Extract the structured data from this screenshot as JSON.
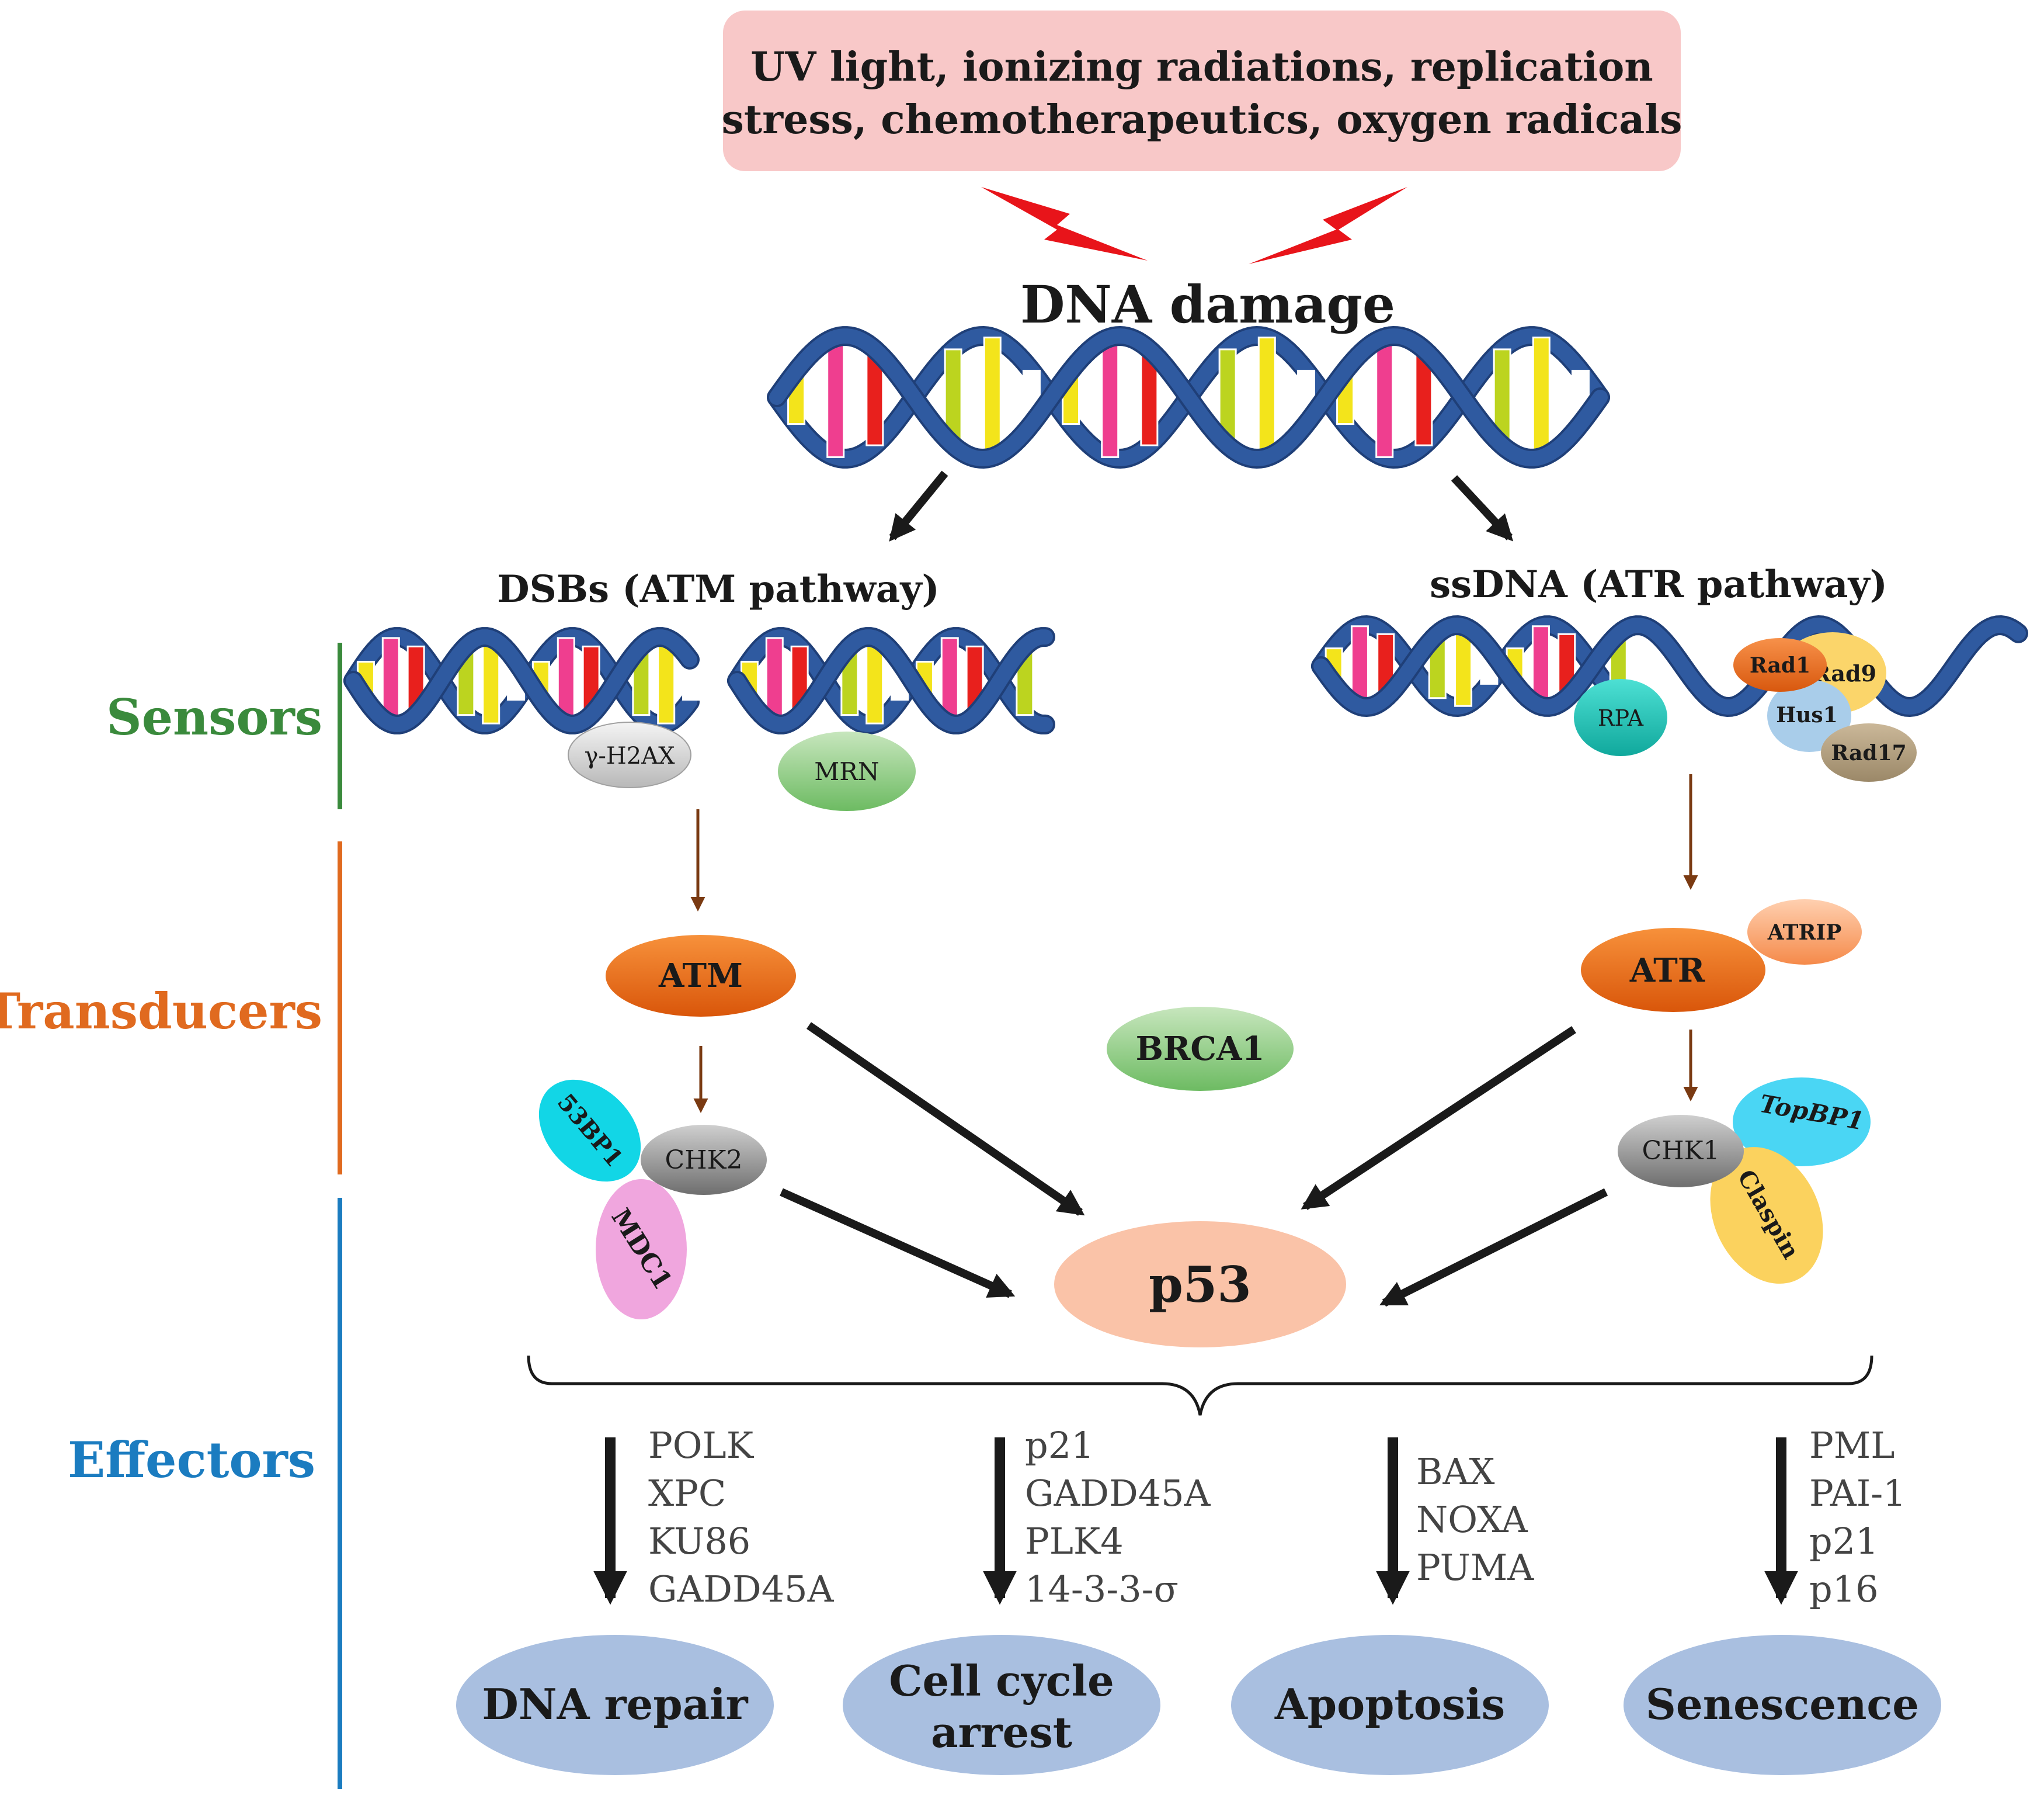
{
  "trigger": {
    "line1": "UV light, ionizing radiations, replication",
    "line2": "stress, chemotherapeutics, oxygen radicals"
  },
  "dna_damage": "DNA damage",
  "pathways": {
    "atm": "DSBs (ATM pathway)",
    "atr": "ssDNA (ATR pathway)"
  },
  "sections": {
    "sensors": "Sensors",
    "transducers": "Transducers",
    "effectors": "Effectors"
  },
  "proteins": {
    "h2ax": "γ-H2AX",
    "mrn": "MRN",
    "rpa": "RPA",
    "rad1": "Rad1",
    "rad9": "Rad9",
    "hus1": "Hus1",
    "rad17": "Rad17",
    "atm": "ATM",
    "atr": "ATR",
    "atrip": "ATRIP",
    "brca1": "BRCA1",
    "bp53": "53BP1",
    "chk2": "CHK2",
    "mdc1": "MDC1",
    "chk1": "CHK1",
    "topbp1": "TopBP1",
    "claspin": "Claspin",
    "p53": "p53"
  },
  "effector_genes": {
    "repair": [
      "POLK",
      "XPC",
      "KU86",
      "GADD45A"
    ],
    "arrest": [
      "p21",
      "GADD45A",
      "PLK4",
      "14-3-3-σ"
    ],
    "apoptosis": [
      "BAX",
      "NOXA",
      "PUMA"
    ],
    "senescence": [
      "PML",
      "PAI-1",
      "p21",
      "p16"
    ]
  },
  "outcomes": {
    "repair": "DNA repair",
    "arrest_line1": "Cell cycle",
    "arrest_line2": "arrest",
    "apoptosis": "Apoptosis",
    "senescence": "Senescence"
  },
  "colors": {
    "trigger_box": "#f8c8c8",
    "lightning": "#e8141a",
    "helix": "#2f5aa0",
    "sensors": "#3a8a3c",
    "transducers": "#e06a1f",
    "effectors": "#1b7cc0",
    "kinase": "#e8620e",
    "p53": "#fac3a8",
    "outcome": "#a9bfe0"
  }
}
